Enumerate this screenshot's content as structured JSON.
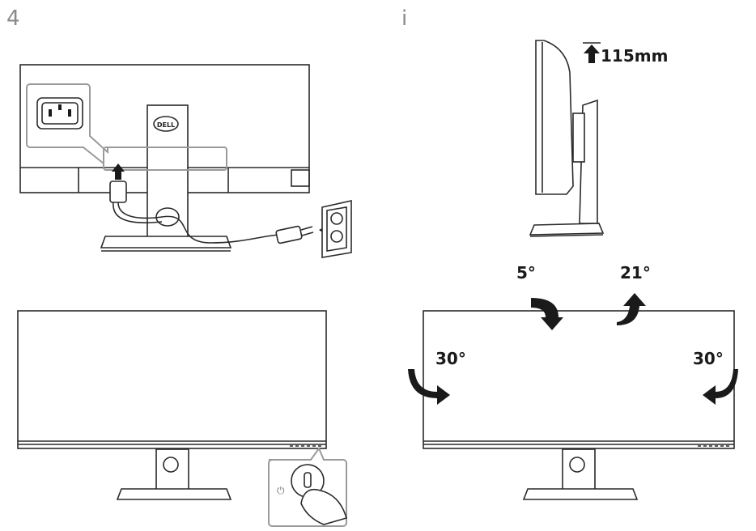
{
  "steps": {
    "left_step": "4",
    "right_step": "i"
  },
  "annotations": {
    "height_adjust": "115mm",
    "tilt_forward": "5°",
    "tilt_back": "21°",
    "swivel_left": "30°",
    "swivel_right": "30°"
  },
  "brand_logo": "DELL",
  "icons": [
    "power-plug-icon",
    "power-button-icon",
    "tilt-arrow-icon",
    "swivel-arrow-icon",
    "height-arrow-icon"
  ]
}
